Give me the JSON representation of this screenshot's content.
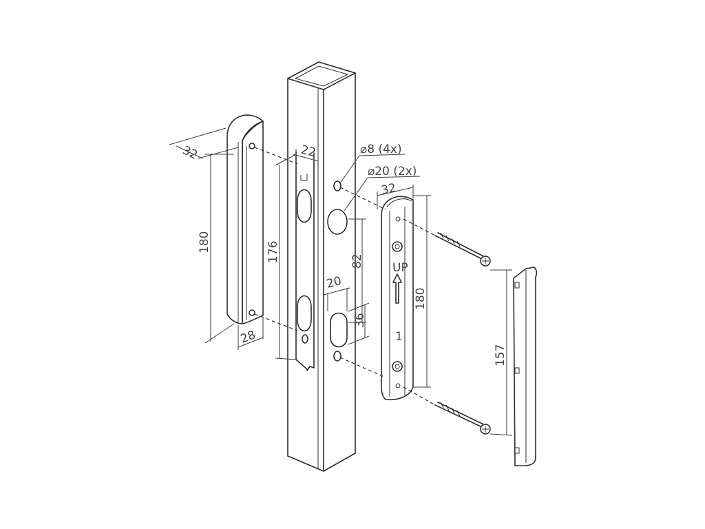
{
  "labels": {
    "dim_32_left": "32",
    "dim_180_left": "180",
    "dim_28": "28",
    "dim_22": "22",
    "dim_176": "176",
    "dim_hole8": "⌀8 (4x)",
    "dim_hole20": "⌀20 (2x)",
    "dim_32_right": "32",
    "dim_82": "82",
    "dim_20": "20",
    "dim_36": "36",
    "dim_180_right": "180",
    "dim_157": "157",
    "up_mark": "UP",
    "part_no": "1"
  },
  "colors": {
    "line": "#2b2b2b",
    "text": "#444444",
    "background": "#ffffff"
  }
}
